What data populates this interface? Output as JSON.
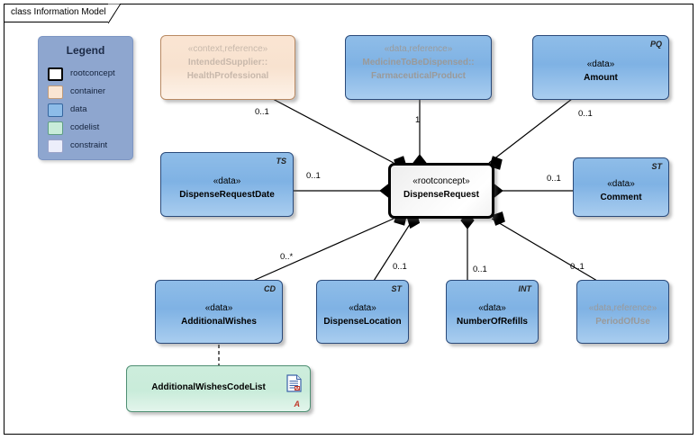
{
  "diagram": {
    "frame_label": "class Information Model"
  },
  "legend": {
    "title": "Legend",
    "items": [
      {
        "label": "rootconcept",
        "swatch": "rootconcept",
        "color": "#ffffff"
      },
      {
        "label": "container",
        "swatch": "container",
        "color": "#fae5d3"
      },
      {
        "label": "data",
        "swatch": "data",
        "color": "#8dbce8"
      },
      {
        "label": "codelist",
        "swatch": "codelist",
        "color": "#c8ecd9"
      },
      {
        "label": "constraint",
        "swatch": "constraint",
        "color": "#eceefb"
      }
    ]
  },
  "nodes": {
    "intended_supplier": {
      "stereotype": "«context,reference»",
      "name_line1": "IntendedSupplier::",
      "name_line2": "HealthProfessional",
      "tag": "",
      "kind": "container"
    },
    "medicine": {
      "stereotype": "«data,reference»",
      "name_line1": "MedicineToBeDispensed::",
      "name_line2": "FarmaceuticalProduct",
      "tag": "",
      "kind": "data"
    },
    "amount": {
      "stereotype": "«data»",
      "name": "Amount",
      "tag": "PQ",
      "kind": "data"
    },
    "dispense_request_date": {
      "stereotype": "«data»",
      "name": "DispenseRequestDate",
      "tag": "TS",
      "kind": "data"
    },
    "dispense_request": {
      "stereotype": "«rootconcept»",
      "name": "DispenseRequest",
      "tag": "",
      "kind": "rootconcept"
    },
    "comment": {
      "stereotype": "«data»",
      "name": "Comment",
      "tag": "ST",
      "kind": "data"
    },
    "additional_wishes": {
      "stereotype": "«data»",
      "name": "AdditionalWishes",
      "tag": "CD",
      "kind": "data"
    },
    "dispense_location": {
      "stereotype": "«data»",
      "name": "DispenseLocation",
      "tag": "ST",
      "kind": "data"
    },
    "number_of_refills": {
      "stereotype": "«data»",
      "name": "NumberOfRefills",
      "tag": "INT",
      "kind": "data"
    },
    "period_of_use": {
      "stereotype": "«data,reference»",
      "name": "PeriodOfUse",
      "tag": "",
      "kind": "data"
    },
    "additional_wishes_codelist": {
      "name": "AdditionalWishesCodeList",
      "marker": "A",
      "kind": "codelist"
    }
  },
  "multiplicities": {
    "intended_supplier": "0..1",
    "medicine": "1",
    "amount": "0..1",
    "dispense_request_date": "0..1",
    "comment": "0..1",
    "additional_wishes": "0..*",
    "dispense_location": "0..1",
    "number_of_refills": "0..1",
    "period_of_use": "0..1"
  },
  "colors": {
    "data_fill": "#8dbce8",
    "container_fill": "#fae5d3",
    "codelist_fill": "#c8ecd9",
    "rootconcept_fill": "#ffffff",
    "legend_bg": "#8ea6cf",
    "greyed_text": "#9a9a9a",
    "marker_red": "#c0392b"
  }
}
